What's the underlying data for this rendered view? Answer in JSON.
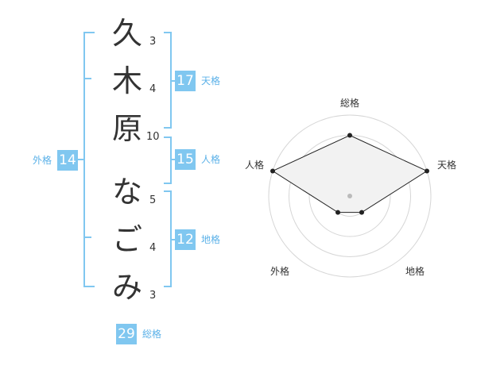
{
  "name": {
    "chars": [
      {
        "char": "久",
        "strokes": "3"
      },
      {
        "char": "木",
        "strokes": "4"
      },
      {
        "char": "原",
        "strokes": "10"
      },
      {
        "char": "な",
        "strokes": "5"
      },
      {
        "char": "ご",
        "strokes": "4"
      },
      {
        "char": "み",
        "strokes": "3"
      }
    ]
  },
  "kakusu": {
    "tenkaku": {
      "value": "17",
      "label": "天格"
    },
    "jinkaku": {
      "value": "15",
      "label": "人格"
    },
    "chikaku": {
      "value": "12",
      "label": "地格"
    },
    "gaikaku": {
      "value": "14",
      "label": "外格"
    },
    "soukaku": {
      "value": "29",
      "label": "総格"
    }
  },
  "radar": {
    "axes": [
      "総格",
      "天格",
      "地格",
      "外格",
      "人格"
    ],
    "levels": 4,
    "values": [
      3,
      4,
      1,
      1,
      4
    ],
    "max": 4
  }
}
